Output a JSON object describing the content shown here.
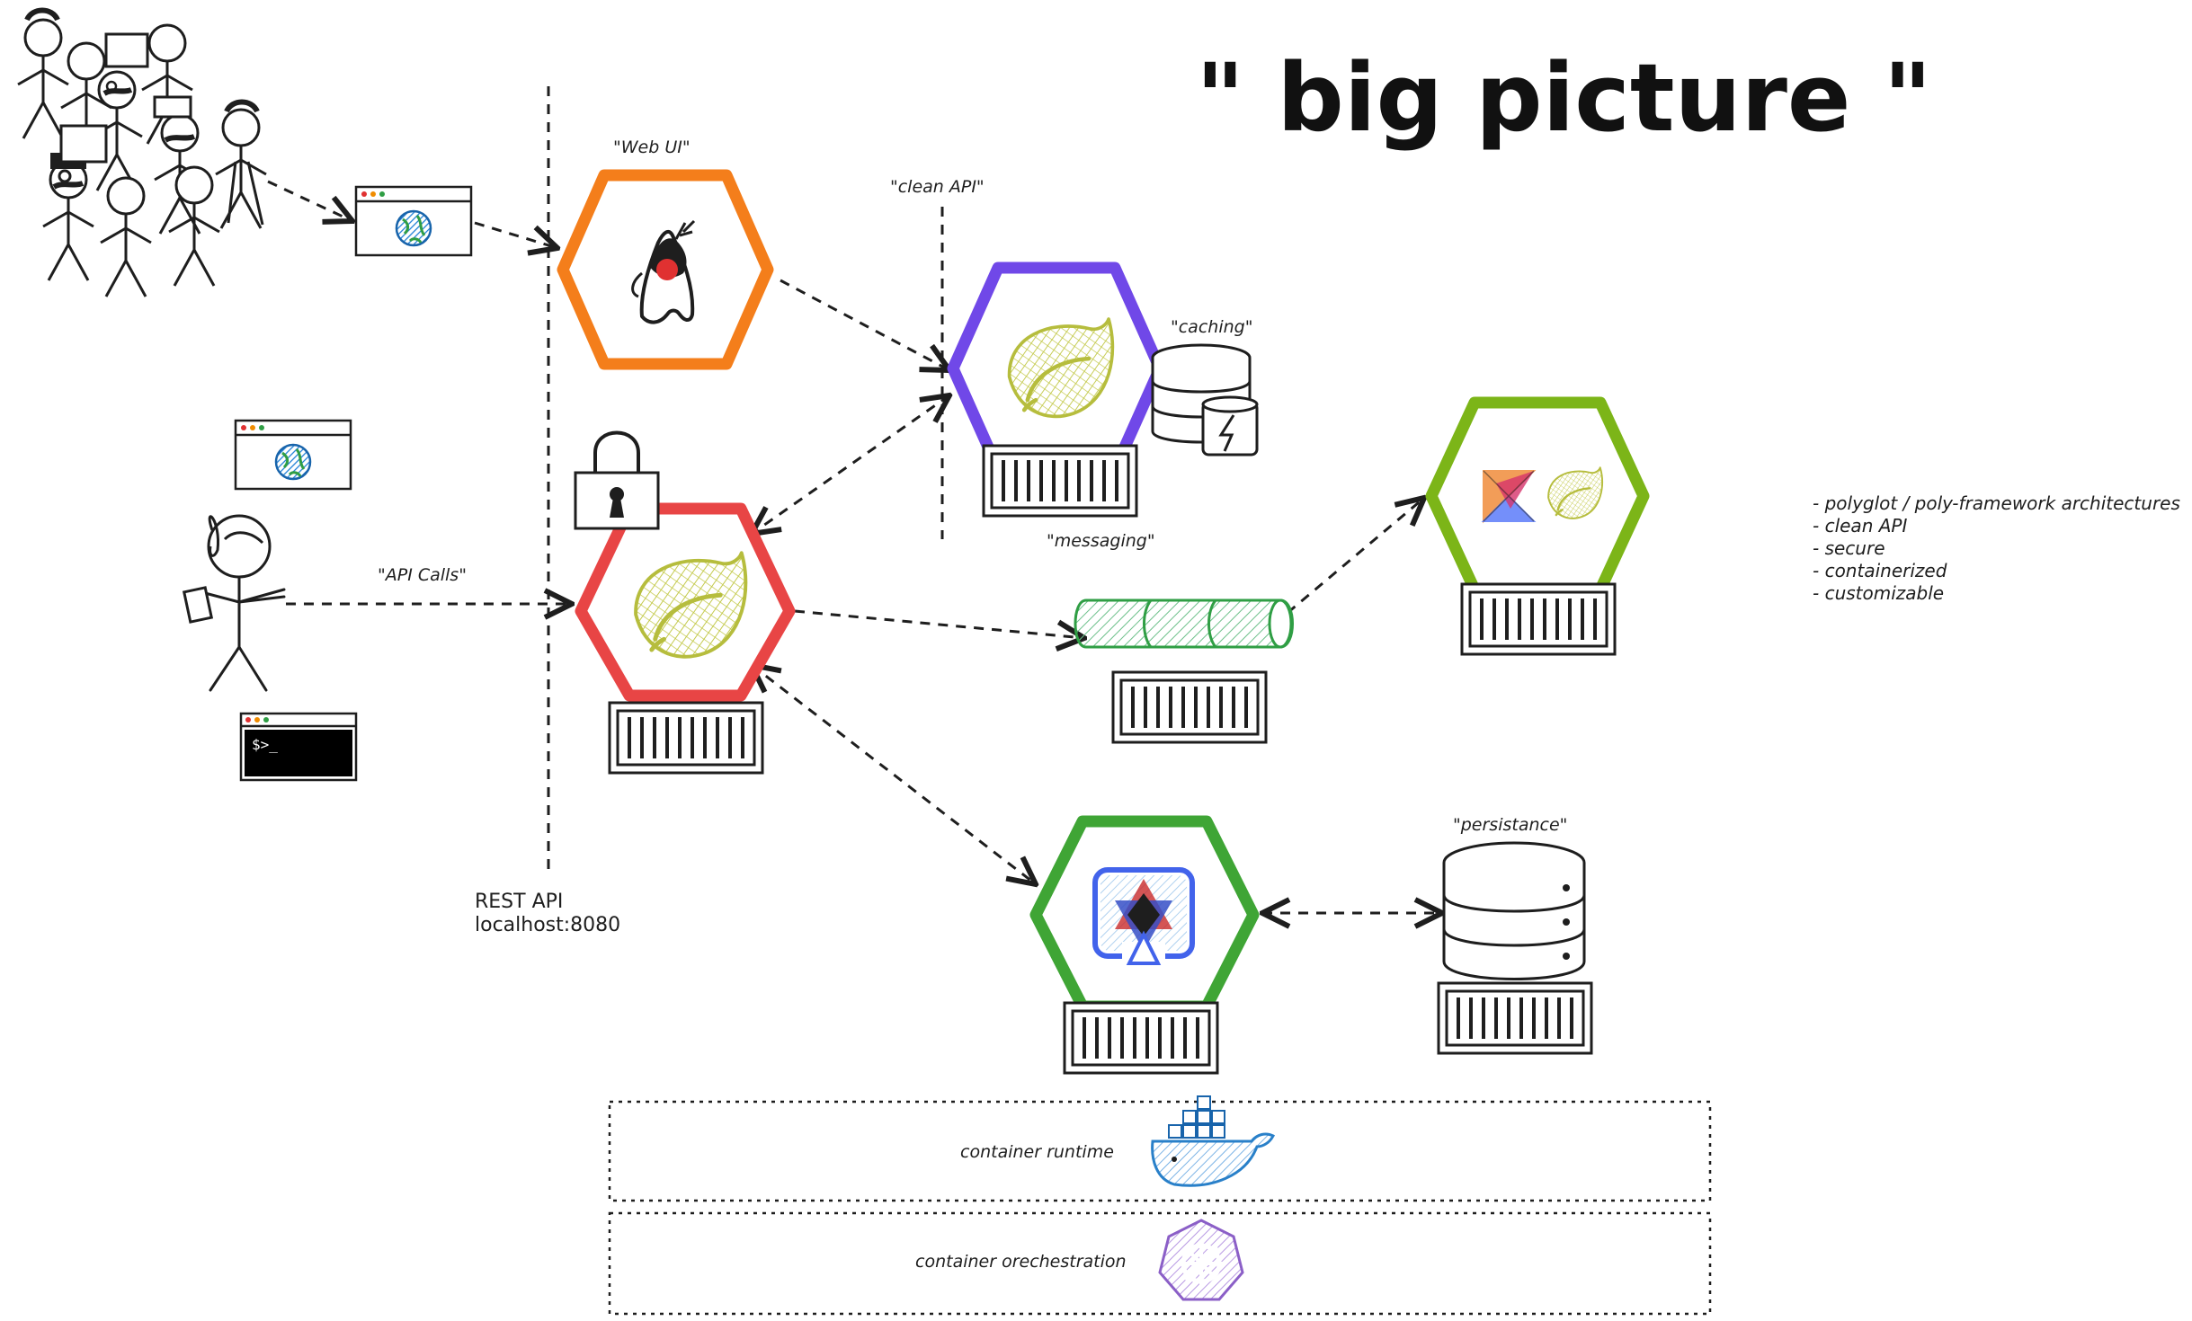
{
  "title": "\" big picture \"",
  "labels": {
    "web_ui": "\"Web UI\"",
    "clean_api": "\"clean API\"",
    "caching": "\"caching\"",
    "messaging": "\"messaging\"",
    "api_calls": "\"API Calls\"",
    "persistance": "\"persistance\"",
    "rest_api": "REST API",
    "localhost": "localhost:8080",
    "terminal_prompt": "$>_",
    "container_runtime": "container runtime",
    "container_orchestration": "container orechestration"
  },
  "bullets": [
    "polyglot / poly-framework architectures",
    "clean API",
    "secure",
    "containerized",
    "customizable"
  ],
  "colors": {
    "web_ui_hex": "#f47e1b",
    "api_gateway_hex": "#e84545",
    "spring_service_hex": "#7048e8",
    "kotlin_service_hex": "#7cb518",
    "quarkus_service_hex": "#3fa535",
    "queue": "#2f9e44",
    "spring_leaf": "#b6bd3d",
    "docker": "#2980c9",
    "kubernetes": "#8b5fc7"
  },
  "icons": [
    "stick-figure-crowd-icon",
    "browser-window-icon",
    "globe-icon",
    "duke-java-icon",
    "spring-leaf-icon",
    "padlock-icon",
    "database-icon",
    "battery-icon",
    "message-queue-icon",
    "kotlin-icon",
    "quarkus-icon",
    "terminal-icon",
    "shipping-container-icon",
    "docker-whale-icon",
    "kubernetes-helm-icon"
  ]
}
